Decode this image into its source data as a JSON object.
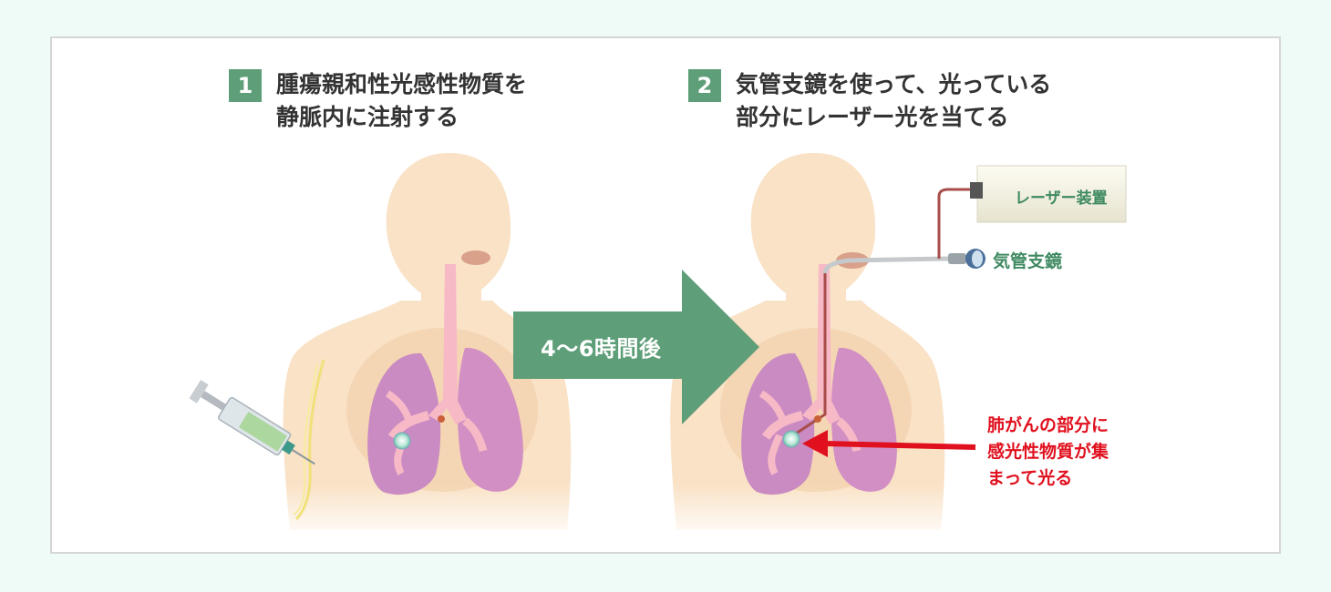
{
  "step1": {
    "number": "1",
    "line1": "腫瘍親和性光感性物質を",
    "line2": "静脈内に注射する"
  },
  "step2": {
    "number": "2",
    "line1": "気管支鏡を使って、光っている",
    "line2": "部分にレーザー光を当てる"
  },
  "arrow": {
    "label": "4〜6時間後"
  },
  "labels": {
    "laser_device": "レーザー装置",
    "bronchoscope": "気管支鏡",
    "cancer_note": [
      "肺がんの部分に",
      "感光性物質が集",
      "まって光る"
    ]
  },
  "colors": {
    "step_badge": "#5e9e78",
    "arrow": "#5e9e78",
    "label_green": "#3f8a62",
    "note_red": "#e0101e",
    "skin": "#f9e2c6",
    "lung": "#c98bc2"
  }
}
